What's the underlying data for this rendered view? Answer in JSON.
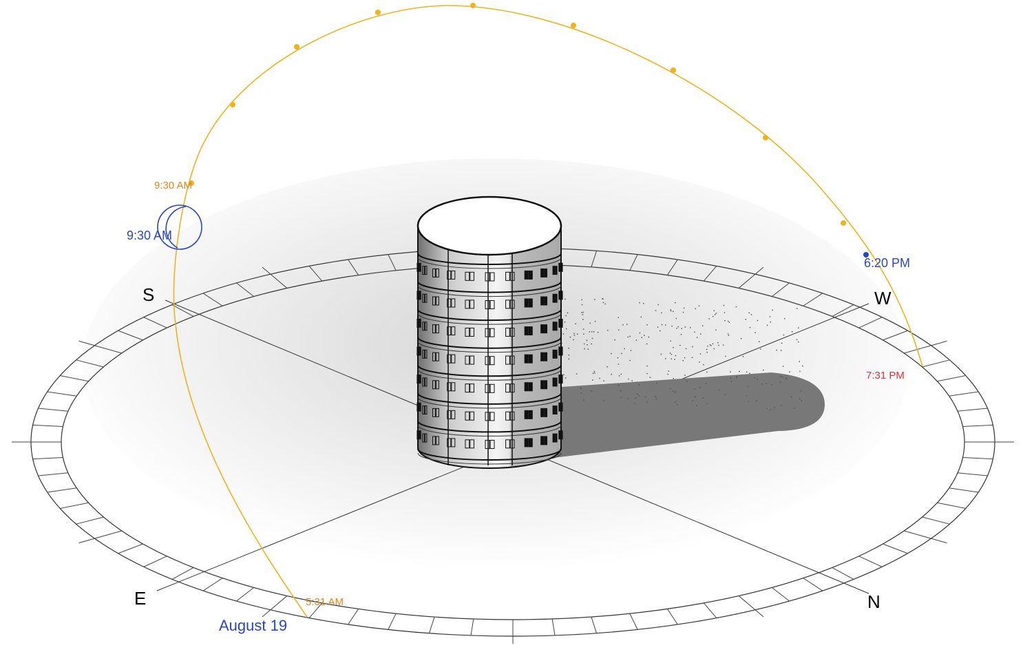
{
  "compass": {
    "south": "S",
    "west": "W",
    "east": "E",
    "north": "N"
  },
  "sun_path": {
    "current_time_orange": "9:30 AM",
    "current_time_blue": "9:30 AM",
    "time_blue_2": "6:20 PM",
    "sunset": "7:31 PM",
    "sunrise": "5:31 AM",
    "date": "August 19"
  },
  "colors": {
    "sun_path": "#f0b21e",
    "orange_label": "#e8841a",
    "blue_label": "#2847c7",
    "red_label": "#e4313a",
    "shadow": "#7a7a7a"
  },
  "icons": [
    "sun-icon",
    "compass-ring"
  ]
}
